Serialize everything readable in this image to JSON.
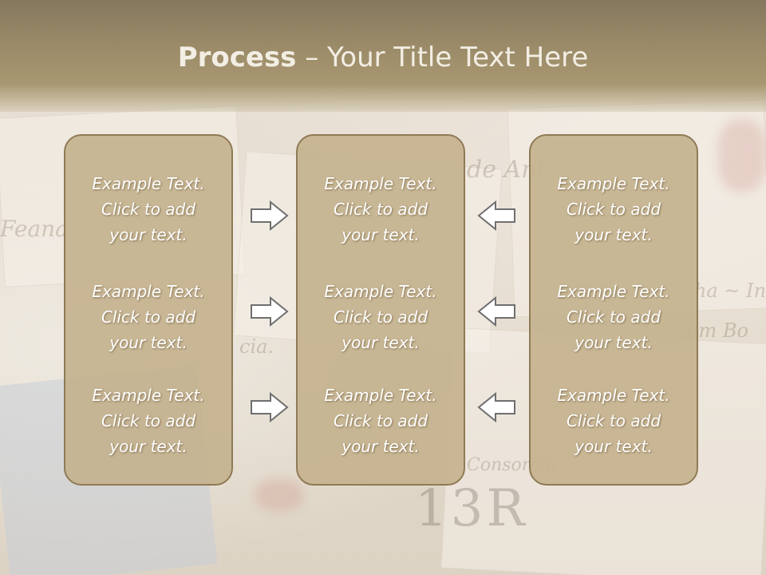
{
  "slide": {
    "title_bold": "Process",
    "title_rest": " – Your Title Text Here"
  },
  "columns": [
    {
      "blocks": [
        [
          "Example Text.",
          "Click  to add",
          "your text."
        ],
        [
          "Example Text.",
          "Click  to add",
          "your text."
        ],
        [
          "Example Text.",
          "Click  to add",
          "your text."
        ]
      ]
    },
    {
      "blocks": [
        [
          "Example Text.",
          "Click  to add",
          "your text."
        ],
        [
          "Example Text.",
          "Click  to add",
          "your text."
        ],
        [
          "Example Text.",
          "Click  to add",
          "your text."
        ]
      ]
    },
    {
      "blocks": [
        [
          "Example Text.",
          "Click  to add",
          "your text."
        ],
        [
          "Example Text.",
          "Click  to add",
          "your text."
        ],
        [
          "Example Text.",
          "Click  to add",
          "your text."
        ]
      ]
    }
  ],
  "colors": {
    "title_band": "#9a8a68",
    "panel_fill": "#c4b28e",
    "panel_border": "#8f7a55",
    "arrow_stroke": "#6f6f6f",
    "text": "#ffffff"
  },
  "icons": {
    "left_arrows": "right-arrow-outline-icon",
    "right_arrows": "left-arrow-outline-icon"
  }
}
